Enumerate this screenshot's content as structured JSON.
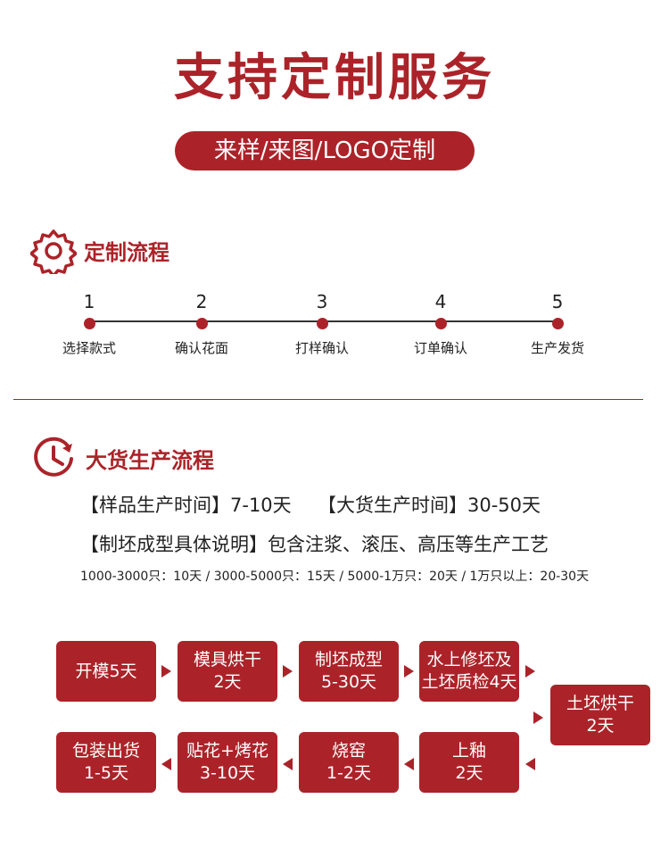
{
  "header": {
    "title": "支持定制服务",
    "pill": "来样/来图/LOGO定制"
  },
  "custom_process": {
    "title": "定制流程",
    "icon": "gear-icon",
    "steps": [
      {
        "num": "1",
        "label": "选择款式"
      },
      {
        "num": "2",
        "label": "确认花面"
      },
      {
        "num": "3",
        "label": "打样确认"
      },
      {
        "num": "4",
        "label": "订单确认"
      },
      {
        "num": "5",
        "label": "生产发货"
      }
    ]
  },
  "bulk_process": {
    "title": "大货生产流程",
    "icon": "clock-icon",
    "sample_time": "【样品生产时间】7-10天",
    "bulk_time": "【大货生产时间】30-50天",
    "method": "【制坯成型具体说明】包含注浆、滚压、高压等生产工艺",
    "quantity_times": "1000-3000只：10天 /   3000-5000只：15天 /   5000-1万只：20天 /   1万只以上：20-30天"
  },
  "flow": {
    "row1": [
      {
        "line1": "开模5天",
        "line2": ""
      },
      {
        "line1": "模具烘干",
        "line2": "2天"
      },
      {
        "line1": "制坯成型",
        "line2": "5-30天"
      },
      {
        "line1": "水上修坯及",
        "line2": "土坯质检4天"
      }
    ],
    "turn": {
      "line1": "土坯烘干",
      "line2": "2天"
    },
    "row2": [
      {
        "line1": "包装出货",
        "line2": "1-5天"
      },
      {
        "line1": "贴花+烤花",
        "line2": "3-10天"
      },
      {
        "line1": "烧窑",
        "line2": "1-2天"
      },
      {
        "line1": "上釉",
        "line2": "2天"
      }
    ]
  },
  "colors": {
    "accent": "#ab2329"
  }
}
